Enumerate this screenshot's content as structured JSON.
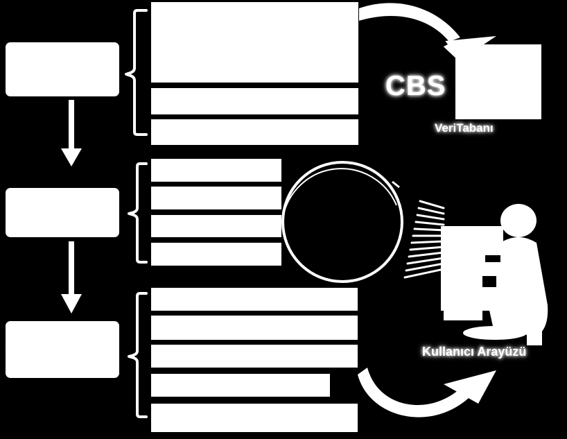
{
  "diagram": {
    "labels": {
      "cbs": "CBS",
      "database": "VeriTabanı",
      "user_interface": "Kullanıcı Arayüzü"
    },
    "stages": [
      {
        "id": "stage-1",
        "text": "",
        "rows": [
          "",
          "",
          ""
        ]
      },
      {
        "id": "stage-2",
        "text": "",
        "rows": [
          "",
          "",
          "",
          ""
        ]
      },
      {
        "id": "stage-3",
        "text": "",
        "rows": [
          "",
          "",
          "",
          "",
          ""
        ]
      }
    ],
    "icons": [
      "database-icon",
      "globe-icon",
      "user-at-computer-icon",
      "curved-arrow-icon",
      "down-arrow-icon",
      "bracket-icon"
    ],
    "colors": {
      "background": "#000000",
      "foreground": "#ffffff"
    }
  }
}
